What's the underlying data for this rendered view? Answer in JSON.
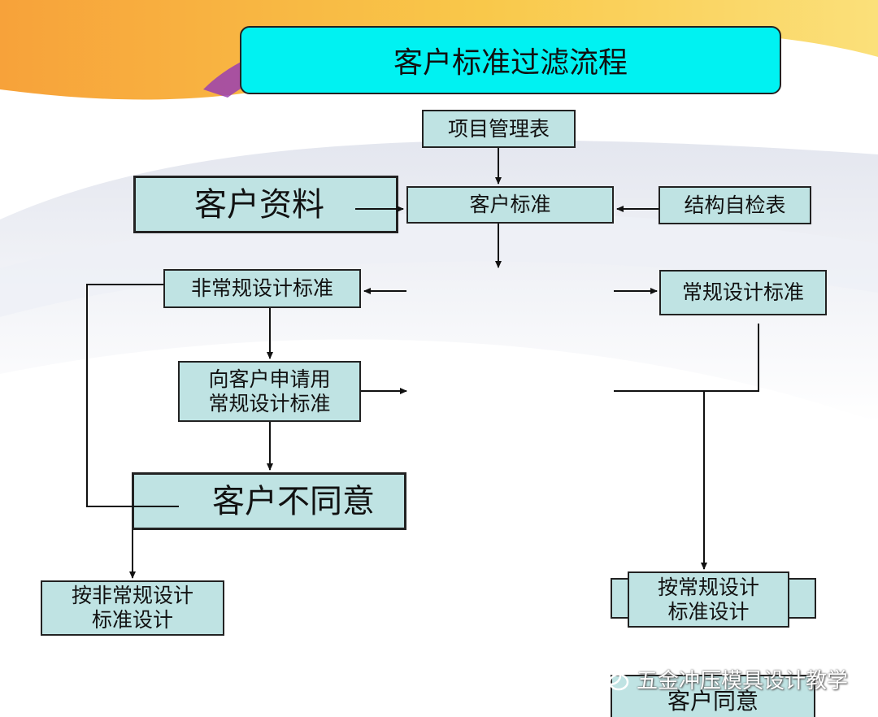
{
  "title": "客户标准过滤流程",
  "nodes": {
    "project_table": "项目管理表",
    "customer_standard": "客户标准",
    "customer_info": "客户资料",
    "structure_check": "结构自检表",
    "nonstandard_design": "非常规设计标准",
    "standard_design": "常规设计标准",
    "apply_line1": "向客户申请用",
    "apply_line2": "常规设计标准",
    "disagree": "客户不同意",
    "design_nonstandard_line1": "按非常规设计",
    "design_nonstandard_line2": "标准设计",
    "design_standard_line1": "按常规设计",
    "design_standard_line2": "标准设计",
    "agree": "客户同意"
  },
  "watermark": "五金冲压模具设计教学",
  "colors": {
    "box_fill": "#bfe3e3",
    "title_fill": "#00f2f2",
    "border": "#222222"
  }
}
